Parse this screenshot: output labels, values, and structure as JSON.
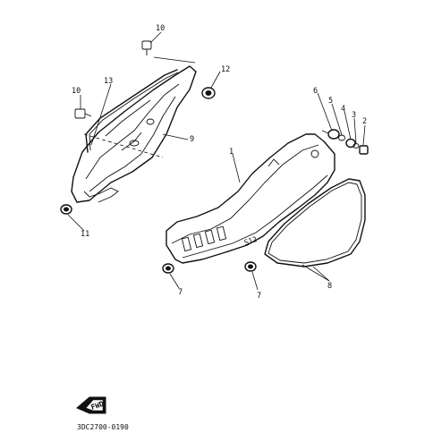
{
  "diagram": {
    "callouts": [
      "1",
      "2",
      "3",
      "4",
      "5",
      "6",
      "7",
      "7",
      "8",
      "9",
      "10",
      "10",
      "11",
      "12",
      "13"
    ],
    "drawing_code": "3DC2700-0190",
    "badge_text": "FWD"
  }
}
